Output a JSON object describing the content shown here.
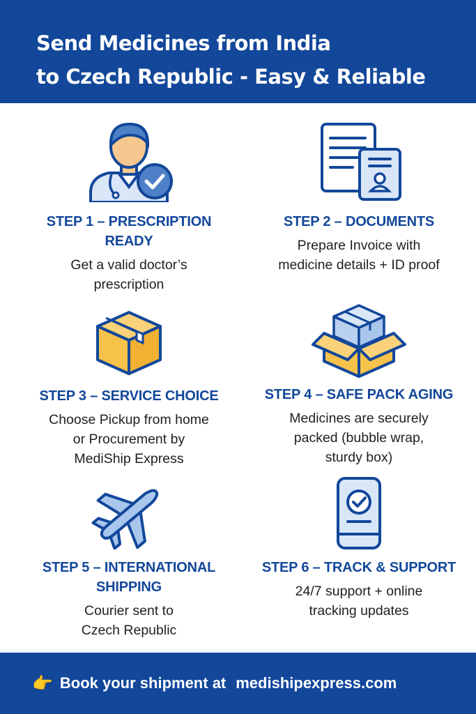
{
  "header": {
    "title_line1": "Send Medicines from India",
    "title_line2": "to Czech Republic - Easy & Reliable"
  },
  "steps": [
    {
      "icon": "doctor-check-icon",
      "title_lines": [
        "STEP 1 – PRESCRIPTION",
        "READY"
      ],
      "desc_lines": [
        "Get a valid doctor’s",
        "prescription"
      ]
    },
    {
      "icon": "documents-icon",
      "title_lines": [
        "STEP 2 – DOCUMENTS"
      ],
      "desc_lines": [
        "Prepare Invoice with",
        "medicine details + ID proof"
      ]
    },
    {
      "icon": "box-icon",
      "title_lines": [
        "STEP 3 – SERVICE CHOICE"
      ],
      "desc_lines": [
        "Choose Pickup from home",
        "or Procurement by",
        "MediShip Express"
      ]
    },
    {
      "icon": "open-box-icon",
      "title_lines": [
        "STEP 4 – SAFE PACK AGING"
      ],
      "desc_lines": [
        "Medicines are securely",
        "packed (bubble wrap,",
        "sturdy box)"
      ]
    },
    {
      "icon": "airplane-icon",
      "title_lines": [
        "STEP 5 – INTERNATIONAL",
        "SHIPPING"
      ],
      "desc_lines": [
        "Courier sent to",
        "Czech Republic"
      ]
    },
    {
      "icon": "phone-check-icon",
      "title_lines": [
        "STEP 6 – TRACK & SUPPORT"
      ],
      "desc_lines": [
        "24/7 support + online",
        "tracking updates"
      ]
    }
  ],
  "footer": {
    "cta_text": "Book your shipment at",
    "website": "medishipexpress.com",
    "hand_icon": "pointing-hand-icon"
  },
  "colors": {
    "brand_blue": "#12479a",
    "light_blue": "#a9c6ec",
    "box_yellow": "#f7c24a",
    "skin": "#f6c88f"
  }
}
